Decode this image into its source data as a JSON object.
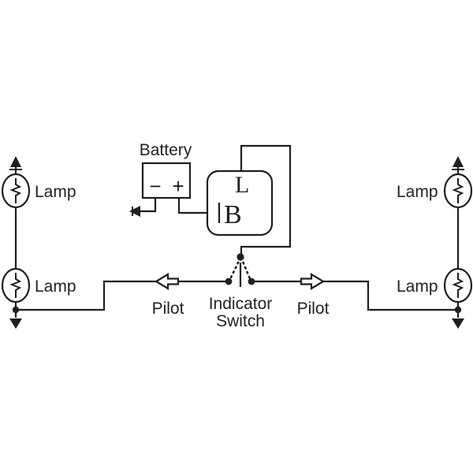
{
  "colors": {
    "line": "#1f1f1f",
    "text": "#222222",
    "background": "#ffffff"
  },
  "battery": {
    "label": "Battery",
    "minus": "−",
    "plus": "+"
  },
  "relay": {
    "terminal_l": "L",
    "terminal_b": "B"
  },
  "switch": {
    "label_line1": "Indicator",
    "label_line2": "Switch"
  },
  "left": {
    "lamp_top": "Lamp",
    "lamp_bottom": "Lamp",
    "pilot": "Pilot"
  },
  "right": {
    "lamp_top": "Lamp",
    "lamp_bottom": "Lamp",
    "pilot": "Pilot"
  }
}
